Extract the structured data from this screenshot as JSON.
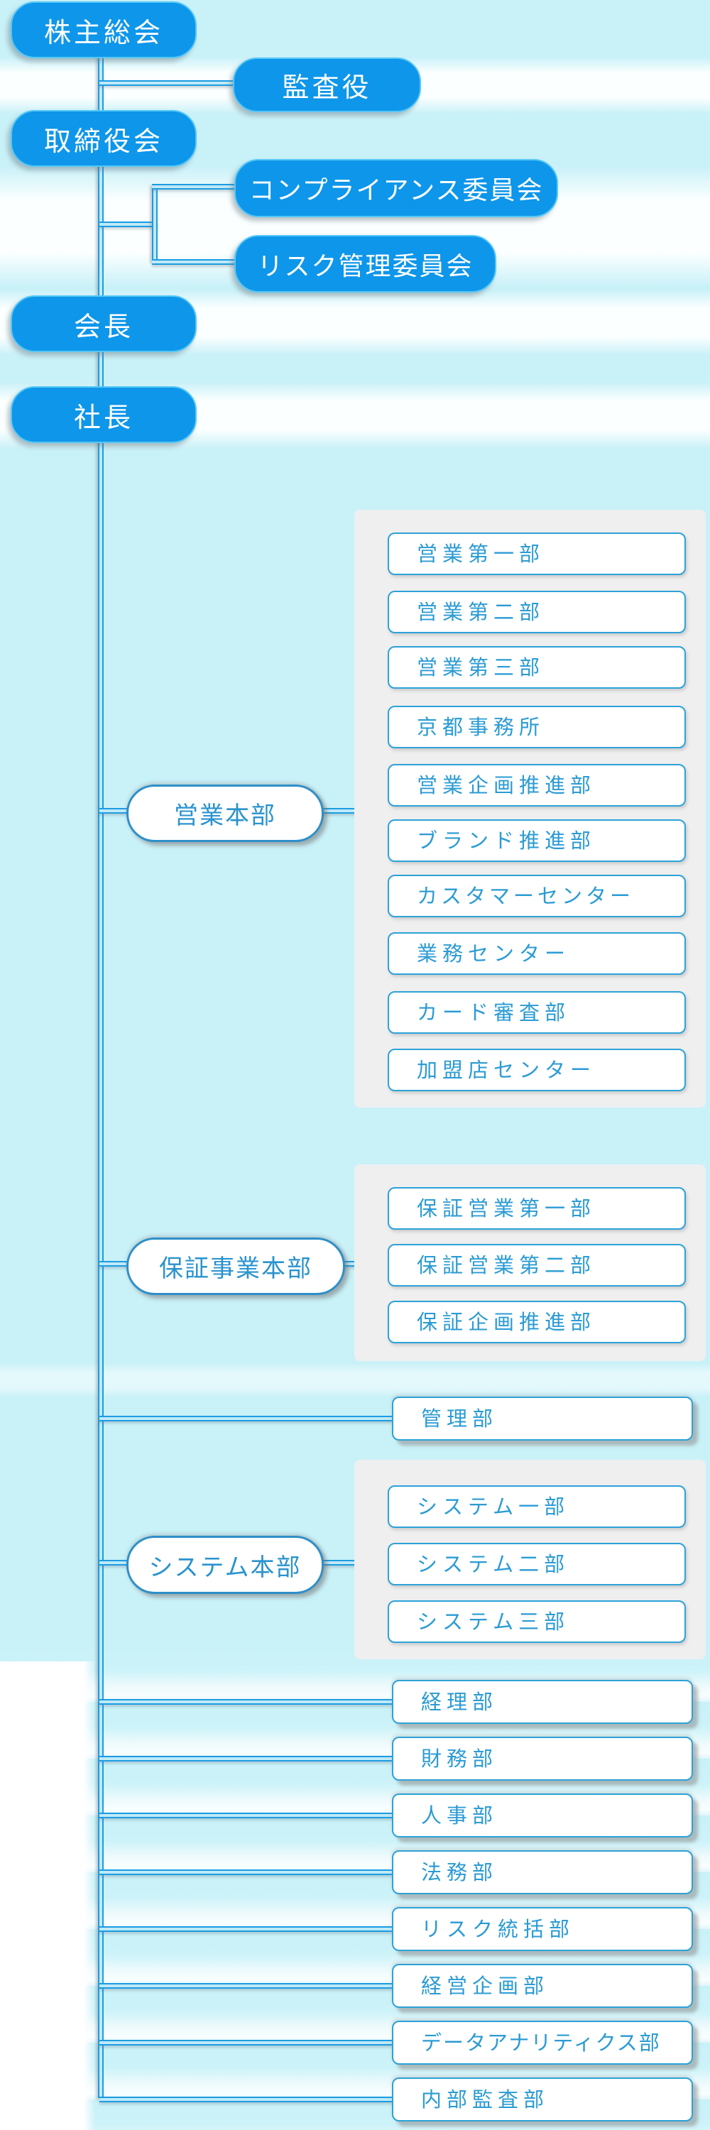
{
  "org": {
    "top_nodes": [
      {
        "label": "株主総会"
      },
      {
        "label": "取締役会"
      },
      {
        "label": "会長"
      },
      {
        "label": "社長"
      }
    ],
    "oversight_nodes": [
      {
        "label": "監査役"
      },
      {
        "label": "コンプライアンス委員会"
      },
      {
        "label": "リスク管理委員会"
      }
    ],
    "divisions": [
      {
        "name": "営業本部",
        "departments": [
          "営業第一部",
          "営業第二部",
          "営業第三部",
          "京都事務所",
          "営業企画推進部",
          "ブランド推進部",
          "カスタマーセンター",
          "業務センター",
          "カード審査部",
          "加盟店センター"
        ]
      },
      {
        "name": "保証事業本部",
        "departments": [
          "保証営業第一部",
          "保証営業第二部",
          "保証企画推進部"
        ]
      },
      {
        "name": "システム本部",
        "departments": [
          "システム一部",
          "システム二部",
          "システム三部"
        ]
      }
    ],
    "standalone_departments": [
      "管理部",
      "経理部",
      "財務部",
      "人事部",
      "法務部",
      "リスク統括部",
      "経営企画部",
      "データアナリティクス部",
      "内部監査部"
    ]
  },
  "colors": {
    "node_fill": "#0e96ea",
    "node_border": "#54c8f6",
    "node_text": "#ffffff",
    "connector_line": "#1d9ce2",
    "pill_border": "#2e8fc9",
    "pill_text": "#2a93ce",
    "dept_border": "#2da2d8",
    "dept_text": "#2b9bd4",
    "panel_gray": "#efefef",
    "background_cyan": "#c9f1f8"
  }
}
